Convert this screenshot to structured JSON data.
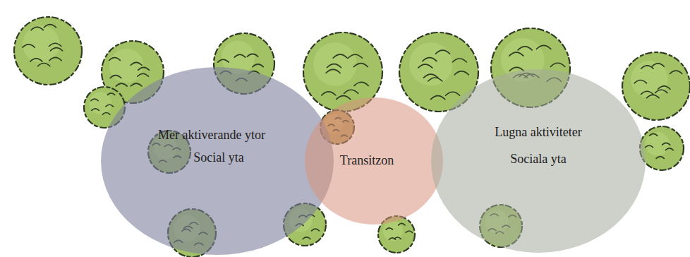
{
  "diagram": {
    "nodes": [
      {
        "text": [
          "Mer aktiverande ytor",
          "Social yta"
        ]
      },
      {
        "text": [
          "Transitzon"
        ]
      },
      {
        "text": [
          "Lugna aktiviteter",
          "Sociala yta"
        ]
      }
    ]
  }
}
